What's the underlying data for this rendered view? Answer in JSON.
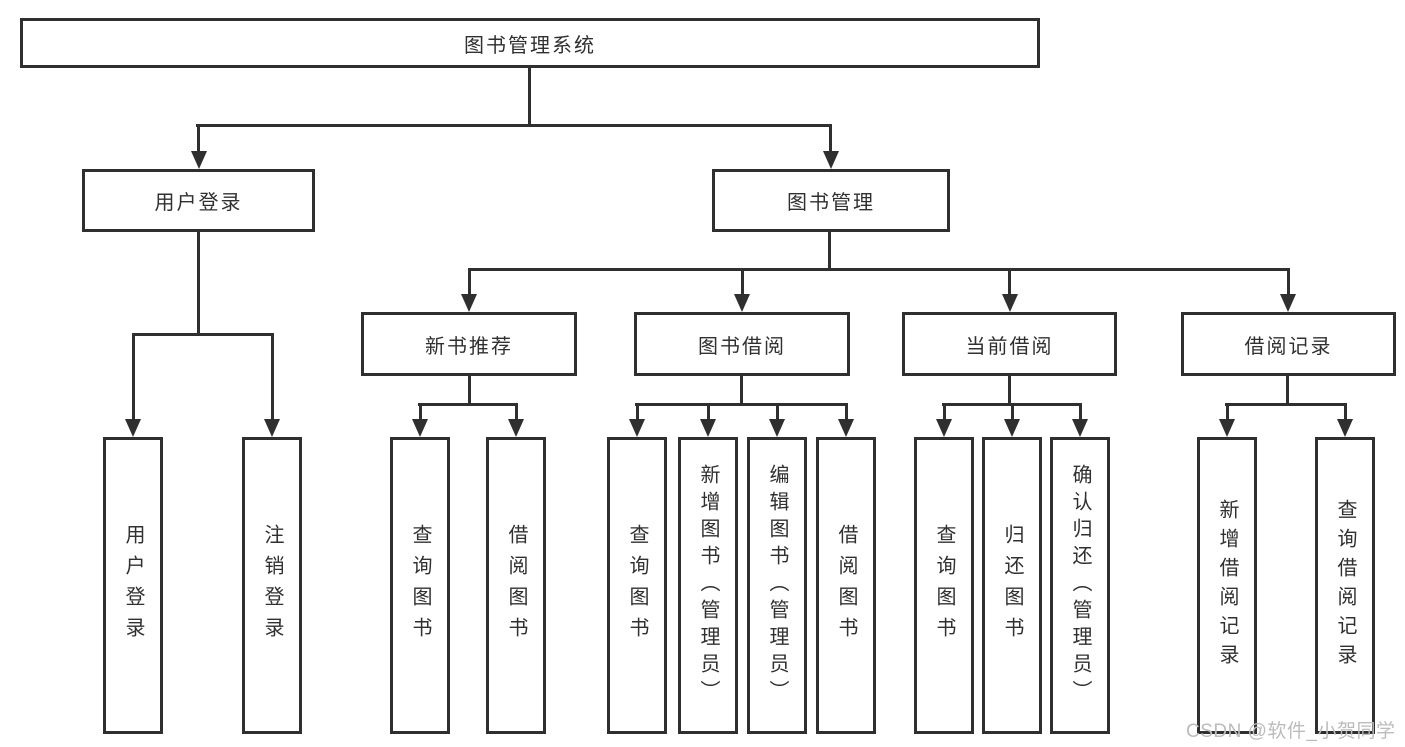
{
  "diagram": {
    "colors": {
      "line": "#2f2f2f",
      "text": "#303030",
      "background": "#ffffff",
      "watermark": "#bcbcbc"
    },
    "watermark": "CSDN @软件_小贺同学",
    "root": {
      "label": "图书管理系统",
      "children": [
        {
          "label": "用户登录",
          "children": [
            {
              "label": "用户登录"
            },
            {
              "label": "注销登录"
            }
          ]
        },
        {
          "label": "图书管理",
          "children": [
            {
              "label": "新书推荐",
              "children": [
                {
                  "label": "查询图书"
                },
                {
                  "label": "借阅图书"
                }
              ]
            },
            {
              "label": "图书借阅",
              "children": [
                {
                  "label": "查询图书"
                },
                {
                  "label": "新增图书（管理员）"
                },
                {
                  "label": "编辑图书（管理员）"
                },
                {
                  "label": "借阅图书"
                }
              ]
            },
            {
              "label": "当前借阅",
              "children": [
                {
                  "label": "查询图书"
                },
                {
                  "label": "归还图书"
                },
                {
                  "label": "确认归还（管理员）"
                }
              ]
            },
            {
              "label": "借阅记录",
              "children": [
                {
                  "label": "新增借阅记录"
                },
                {
                  "label": "查询借阅记录"
                }
              ]
            }
          ]
        }
      ]
    }
  }
}
